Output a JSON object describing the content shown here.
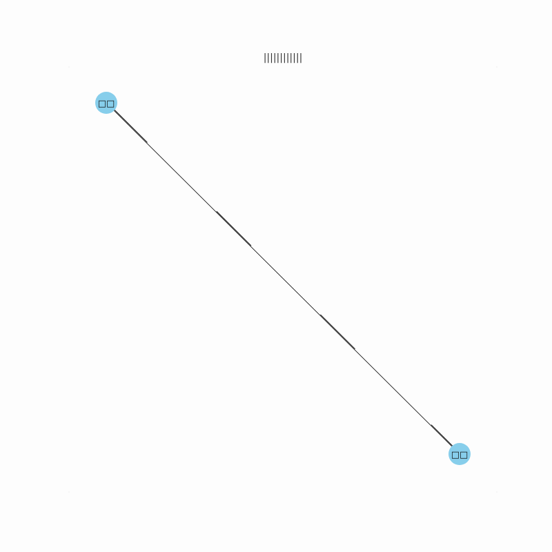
{
  "title": "||||||||||||",
  "node_color": "#87ceeb",
  "edge_color": "#000000",
  "nodes": [
    {
      "id": "a",
      "label": "□□"
    },
    {
      "id": "b",
      "label": "□□"
    }
  ],
  "edges": [
    {
      "from": "a",
      "to": "b"
    }
  ]
}
